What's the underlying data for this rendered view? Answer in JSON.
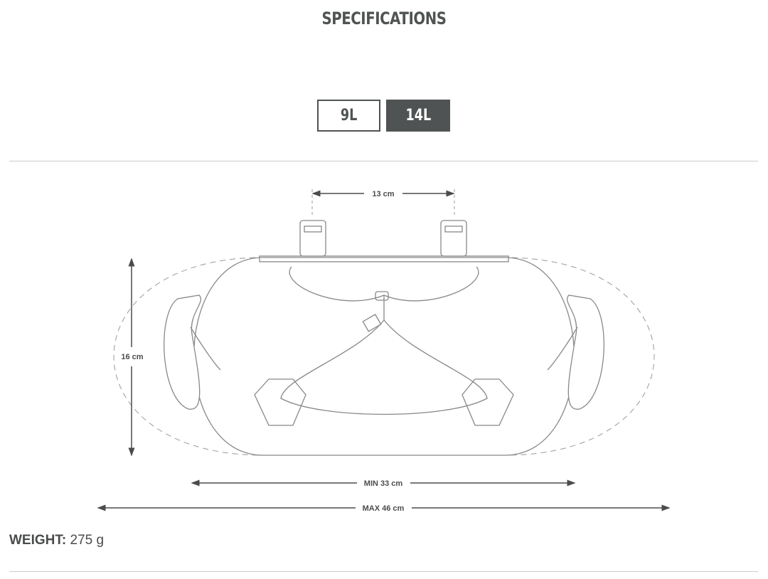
{
  "header": {
    "title": "SPECIFICATIONS"
  },
  "size_tabs": [
    {
      "label": "9L",
      "selected": false
    },
    {
      "label": "14L",
      "selected": true
    }
  ],
  "dimensions": {
    "strap_spacing": "13 cm",
    "height": "16 cm",
    "min_width": "MIN 33 cm",
    "max_width": "MAX 46 cm"
  },
  "weight": {
    "label": "WEIGHT:",
    "value": "275 g"
  },
  "colors": {
    "accent": "#505353",
    "line": "#cccccc"
  }
}
